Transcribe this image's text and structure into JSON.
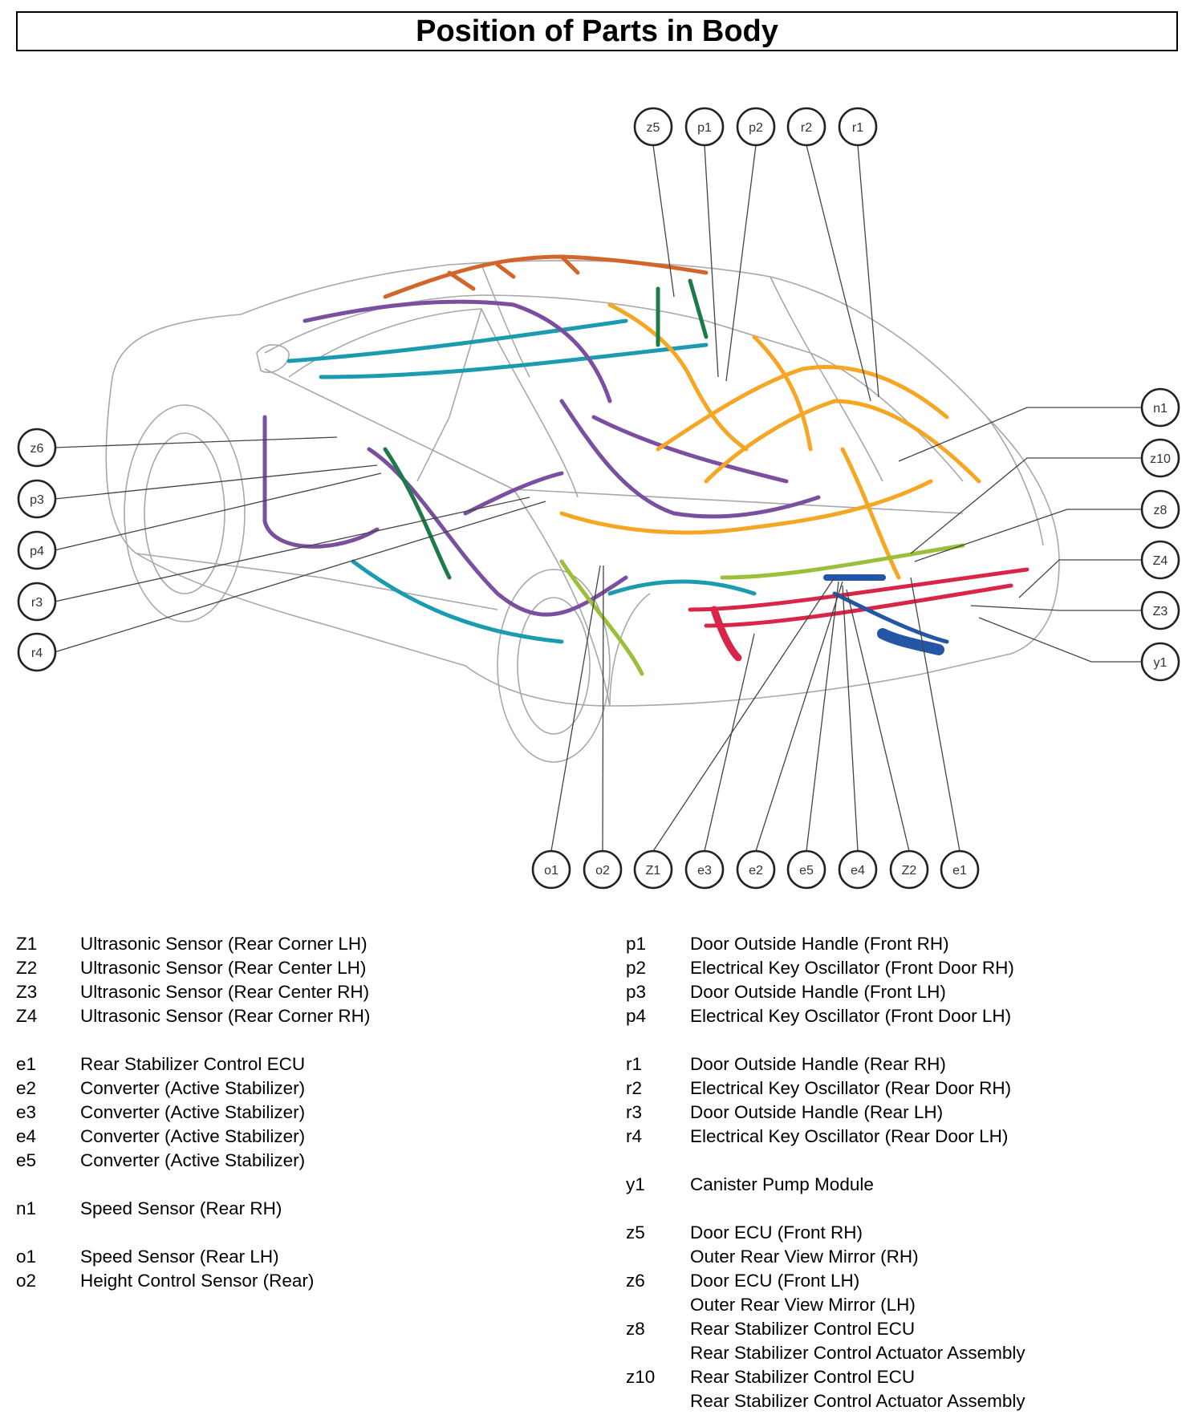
{
  "title": "Position of Parts in Body",
  "callouts": {
    "top": [
      "z5",
      "p1",
      "p2",
      "r2",
      "r1"
    ],
    "left": [
      "z6",
      "p3",
      "p4",
      "r3",
      "r4"
    ],
    "right": [
      "n1",
      "z10",
      "z8",
      "Z4",
      "Z3",
      "y1"
    ],
    "bottom": [
      "o1",
      "o2",
      "Z1",
      "e3",
      "e2",
      "e5",
      "e4",
      "Z2",
      "e1"
    ]
  },
  "legend_left": [
    {
      "code": "Z1",
      "desc": "Ultrasonic Sensor (Rear Corner LH)"
    },
    {
      "code": "Z2",
      "desc": "Ultrasonic Sensor (Rear Center LH)"
    },
    {
      "code": "Z3",
      "desc": "Ultrasonic Sensor (Rear Center RH)"
    },
    {
      "code": "Z4",
      "desc": "Ultrasonic Sensor (Rear Corner RH)"
    },
    {
      "gap": true
    },
    {
      "code": "e1",
      "desc": "Rear Stabilizer Control ECU"
    },
    {
      "code": "e2",
      "desc": "Converter (Active Stabilizer)"
    },
    {
      "code": "e3",
      "desc": "Converter (Active Stabilizer)"
    },
    {
      "code": "e4",
      "desc": "Converter (Active Stabilizer)"
    },
    {
      "code": "e5",
      "desc": "Converter (Active Stabilizer)"
    },
    {
      "gap": true
    },
    {
      "code": "n1",
      "desc": "Speed Sensor (Rear RH)"
    },
    {
      "gap": true
    },
    {
      "code": "o1",
      "desc": "Speed Sensor (Rear LH)"
    },
    {
      "code": "o2",
      "desc": "Height Control Sensor (Rear)"
    }
  ],
  "legend_right": [
    {
      "code": "p1",
      "desc": "Door Outside Handle (Front RH)"
    },
    {
      "code": "p2",
      "desc": "Electrical Key Oscillator (Front Door RH)"
    },
    {
      "code": "p3",
      "desc": "Door Outside Handle (Front LH)"
    },
    {
      "code": "p4",
      "desc": "Electrical Key Oscillator (Front Door LH)"
    },
    {
      "gap": true
    },
    {
      "code": "r1",
      "desc": "Door Outside Handle (Rear RH)"
    },
    {
      "code": "r2",
      "desc": "Electrical Key Oscillator (Rear Door RH)"
    },
    {
      "code": "r3",
      "desc": "Door Outside Handle (Rear LH)"
    },
    {
      "code": "r4",
      "desc": "Electrical Key Oscillator (Rear Door LH)"
    },
    {
      "gap": true
    },
    {
      "code": "y1",
      "desc": "Canister Pump Module"
    },
    {
      "gap": true
    },
    {
      "code": "z5",
      "desc": "Door ECU (Front RH)"
    },
    {
      "code": "",
      "desc": "Outer Rear View Mirror (RH)"
    },
    {
      "code": "z6",
      "desc": "Door ECU (Front LH)"
    },
    {
      "code": "",
      "desc": "Outer Rear View Mirror (LH)"
    },
    {
      "code": "z8",
      "desc": "Rear Stabilizer Control ECU"
    },
    {
      "code": "",
      "desc": "Rear Stabilizer Control Actuator Assembly"
    },
    {
      "code": "z10",
      "desc": "Rear Stabilizer Control ECU"
    },
    {
      "code": "",
      "desc": "Rear Stabilizer Control Actuator Assembly"
    }
  ],
  "colors": {
    "harness_orange": "#f5a623",
    "harness_purple": "#7b4fa0",
    "harness_teal": "#1b9bb0",
    "harness_green": "#1f7a4a",
    "harness_lime": "#9bbf3a",
    "harness_rust": "#d2662a",
    "harness_red": "#d9254a",
    "harness_blue": "#2456a6",
    "outline": "#9a9a9a"
  }
}
